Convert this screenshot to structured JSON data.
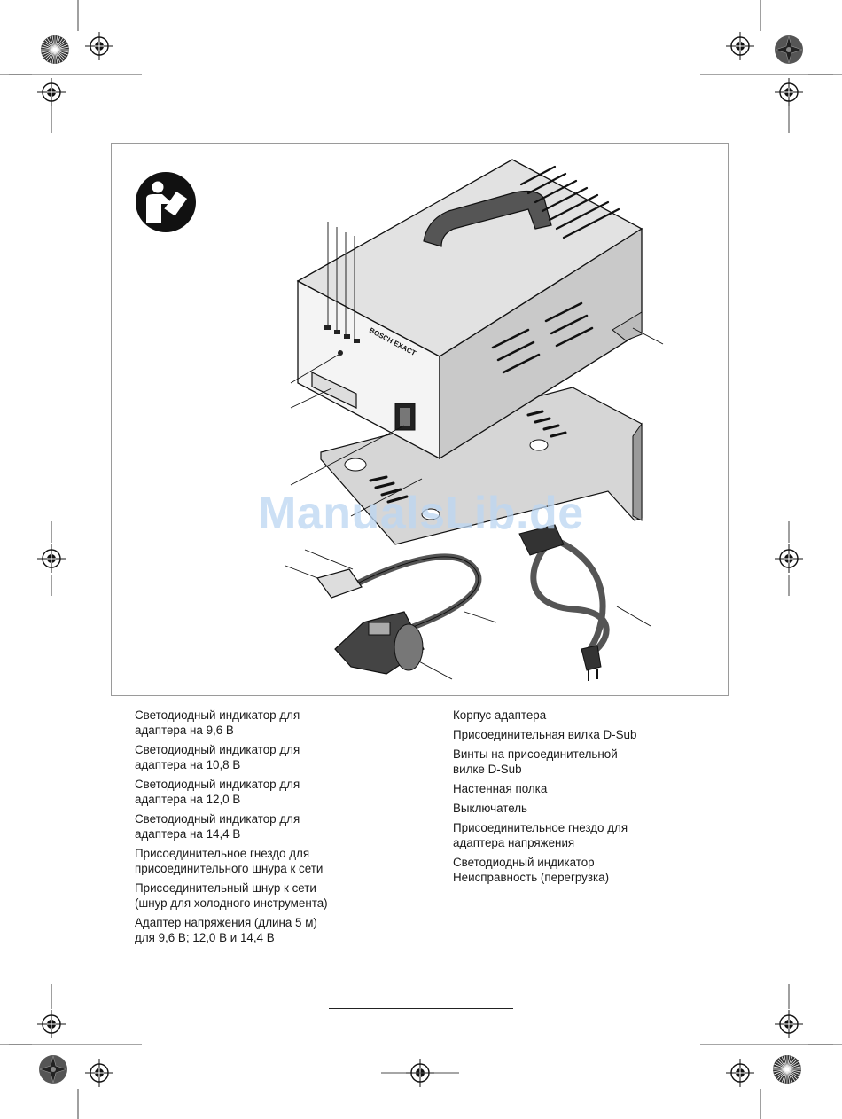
{
  "figure": {
    "watermark": "ManualsLib.de",
    "labels": {
      "panel_brand": "BOSCH EXACT"
    }
  },
  "legend": {
    "left": [
      [
        "Светодиодный индикатор для",
        "адаптера на 9,6 В"
      ],
      [
        "Светодиодный индикатор для",
        "адаптера на 10,8 В"
      ],
      [
        "Светодиодный индикатор для",
        "адаптера на 12,0 В"
      ],
      [
        "Светодиодный индикатор для",
        "адаптера на 14,4 В"
      ],
      [
        "Присоединительное гнездо для",
        "присоединительного шнура к сети"
      ],
      [
        "Присоединительный шнур к сети",
        "(шнур для холодного инструмента)"
      ],
      [
        "Адаптер напряжения (длина 5 м)",
        "для 9,6 В; 12,0 В и 14,4 В"
      ]
    ],
    "right": [
      [
        "Корпус адаптера"
      ],
      [
        "Присоединительная вилка D-Sub"
      ],
      [
        "Винты на присоединительной",
        "вилке D-Sub"
      ],
      [
        "Настенная полка"
      ],
      [
        "Выключатель"
      ],
      [
        "Присоединительное гнездо для",
        "адаптера напряжения"
      ],
      [
        "Светодиодный индикатор",
        "Неисправность (перегрузка)"
      ]
    ]
  },
  "colors": {
    "ink": "#1a1a1a",
    "watermark": "#bcd6f2",
    "frame": "#9a9a9a"
  }
}
